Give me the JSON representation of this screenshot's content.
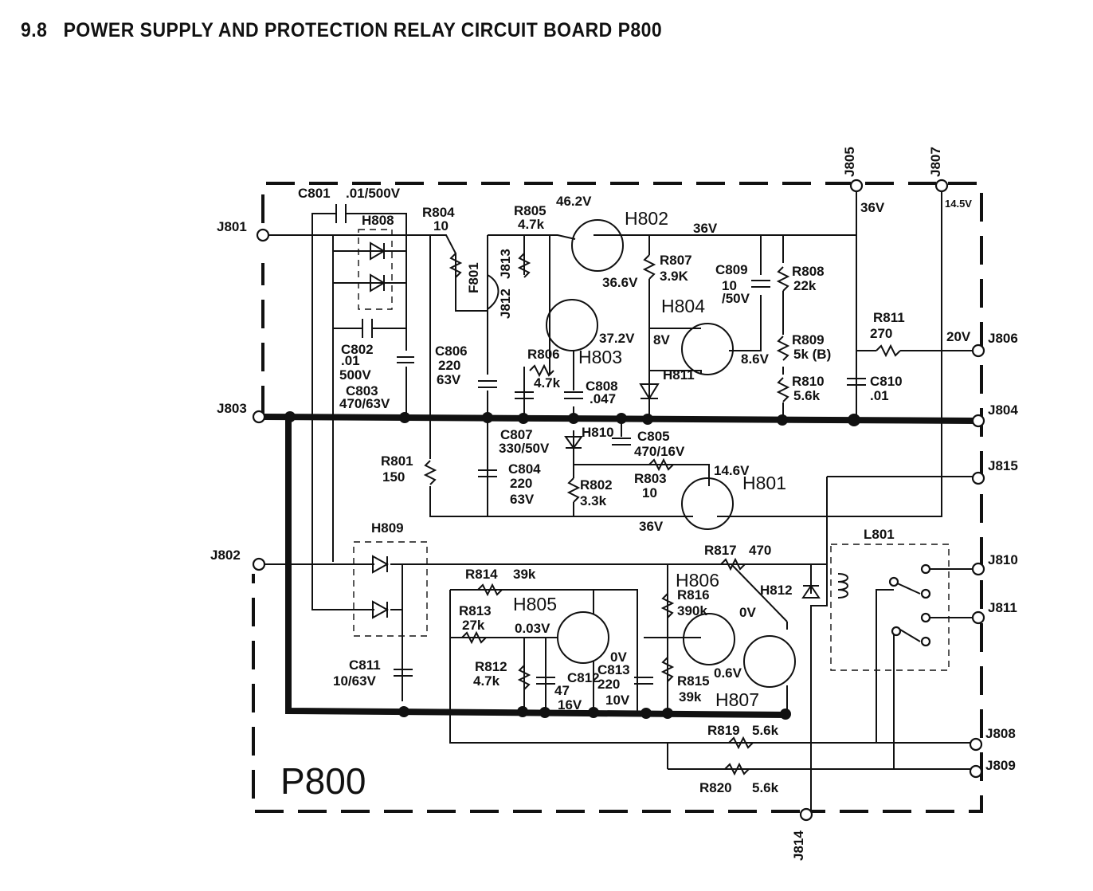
{
  "heading": {
    "number": "9.8",
    "title": "POWER SUPPLY AND PROTECTION RELAY CIRCUIT BOARD P800"
  },
  "board": {
    "name": "P800"
  },
  "terminals": {
    "j801": "J801",
    "j802": "J802",
    "j803": "J803",
    "j804": "J804",
    "j805": "J805",
    "j806": "J806",
    "j807": "J807",
    "j808": "J808",
    "j809": "J809",
    "j810": "J810",
    "j811": "J811",
    "j812": "J812",
    "j813": "J813",
    "j814": "J814",
    "j815": "J815"
  },
  "components": {
    "c801": "C801",
    "c801_v": ".01/500V",
    "c802": "C802",
    "c802_v1": ".01",
    "c802_v2": "500V",
    "c803": "C803",
    "c803_v": "470/63V",
    "c804": "C804",
    "c804_v1": "220",
    "c804_v2": "63V",
    "c805": "C805",
    "c805_v": "470/16V",
    "c806": "C806",
    "c806_v1": "220",
    "c806_v2": "63V",
    "c807": "C807",
    "c807_v": "330/50V",
    "c808": "C808",
    "c808_v": ".047",
    "c809": "C809",
    "c809_v1": "10",
    "c809_v2": "/50V",
    "c810": "C810",
    "c810_v": ".01",
    "c811": "C811",
    "c811_v": "10/63V",
    "c812": "C812",
    "c812_v1": "47",
    "c812_v2": "16V",
    "c813": "C813",
    "c813_v1": "220",
    "c813_v2": "10V",
    "r801": "R801",
    "r801_v": "150",
    "r802": "R802",
    "r802_v": "3.3k",
    "r803": "R803",
    "r803_v": "10",
    "r804": "R804",
    "r804_v": "10",
    "r805": "R805",
    "r805_v": "4.7k",
    "r806": "R806",
    "r806_v": "4.7k",
    "r807": "R807",
    "r807_v": "3.9K",
    "r808": "R808",
    "r808_v": "22k",
    "r809": "R809",
    "r809_v": "5k (B)",
    "r810": "R810",
    "r810_v": "5.6k",
    "r811": "R811",
    "r811_v": "270",
    "r812": "R812",
    "r812_v": "4.7k",
    "r813": "R813",
    "r813_v": "27k",
    "r814": "R814",
    "r814_v": "39k",
    "r815": "R815",
    "r815_v": "39k",
    "r816": "R816",
    "r816_v": "390k",
    "r817": "R817",
    "r817_v": "470",
    "r819": "R819",
    "r819_v": "5.6k",
    "r820": "R820",
    "r820_v": "5.6k",
    "h801": "H801",
    "h802": "H802",
    "h803": "H803",
    "h804": "H804",
    "h805": "H805",
    "h806": "H806",
    "h807": "H807",
    "h808": "H808",
    "h809": "H809",
    "h810": "H810",
    "h811": "H811",
    "h812": "H812",
    "f801": "F801",
    "l801": "L801"
  },
  "voltages": {
    "v46_2": "46.2V",
    "v36_6": "36.6V",
    "v37_2": "37.2V",
    "v36_top": "36V",
    "v36_j805": "36V",
    "v14_5": "14.5V",
    "v20": "20V",
    "v8": "8V",
    "v8_6": "8.6V",
    "v14_6": "14.6V",
    "v36_h801": "36V",
    "v0_03": "0.03V",
    "v0_h805": "0V",
    "v0_h806": "0V",
    "v0_6": "0.6V"
  }
}
